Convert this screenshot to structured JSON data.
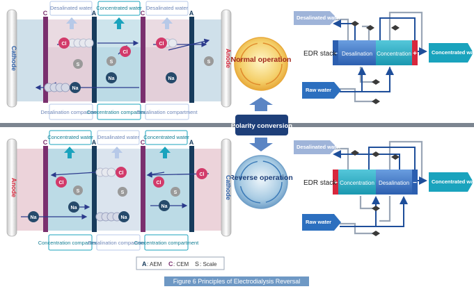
{
  "top": {
    "labels": {
      "desal_out_1": "Desalinated water",
      "conc_out": "Concentrated water",
      "desal_out_2": "Desalinated water"
    },
    "electrode_left": "Cathode",
    "electrode_right": "Anode",
    "membrane_letters": [
      "C",
      "A",
      "C",
      "A"
    ],
    "compartments": [
      "Desalination compartment",
      "Concentration compartment",
      "Desalination compartment"
    ],
    "mode": "Normal operation",
    "stack": {
      "label": "EDR stack",
      "left_sign": "−",
      "right_sign": "+",
      "cells": [
        "Desalination",
        "Concentration"
      ]
    },
    "desal_box": "Desalinated water",
    "raw_box": "Raw water",
    "conc_box": "Concentrated water"
  },
  "center": {
    "polarity": "Polarity conversion"
  },
  "bottom": {
    "labels": {
      "conc_out_1": "Concentrated water",
      "desal_out": "Desalinated water",
      "conc_out_2": "Concentrated water"
    },
    "electrode_left": "Anode",
    "electrode_right": "Cathode",
    "membrane_letters": [
      "C",
      "A",
      "C",
      "A"
    ],
    "compartments": [
      "Concentration compartment",
      "Desalination compartment",
      "Concentration compartment"
    ],
    "mode": "Reverse operation",
    "stack": {
      "label": "EDR stack",
      "left_sign": "+",
      "right_sign": "−",
      "cells": [
        "Concentration",
        "Desalination"
      ]
    },
    "desal_box": "Desalinated water",
    "raw_box": "Raw water",
    "conc_box": "Concentrated water"
  },
  "ions": {
    "cl": "Cl",
    "na": "Na",
    "s": "S"
  },
  "legend": {
    "a_key": "A",
    "a_text": ": AEM",
    "c_key": "C",
    "c_text": ": CEM",
    "s_key": "S",
    "s_text": ": Scale"
  },
  "caption": "Figure 6 Principles of Electrodialysis Reversal",
  "colors": {
    "desal_blue": "#2c6fbf",
    "conc_cyan": "#1aa3bd",
    "membrane_purple": "#7a2f6e",
    "membrane_navy": "#173b5c",
    "stack_red": "#d8283d",
    "arrow_navy": "#2b3a8c"
  }
}
